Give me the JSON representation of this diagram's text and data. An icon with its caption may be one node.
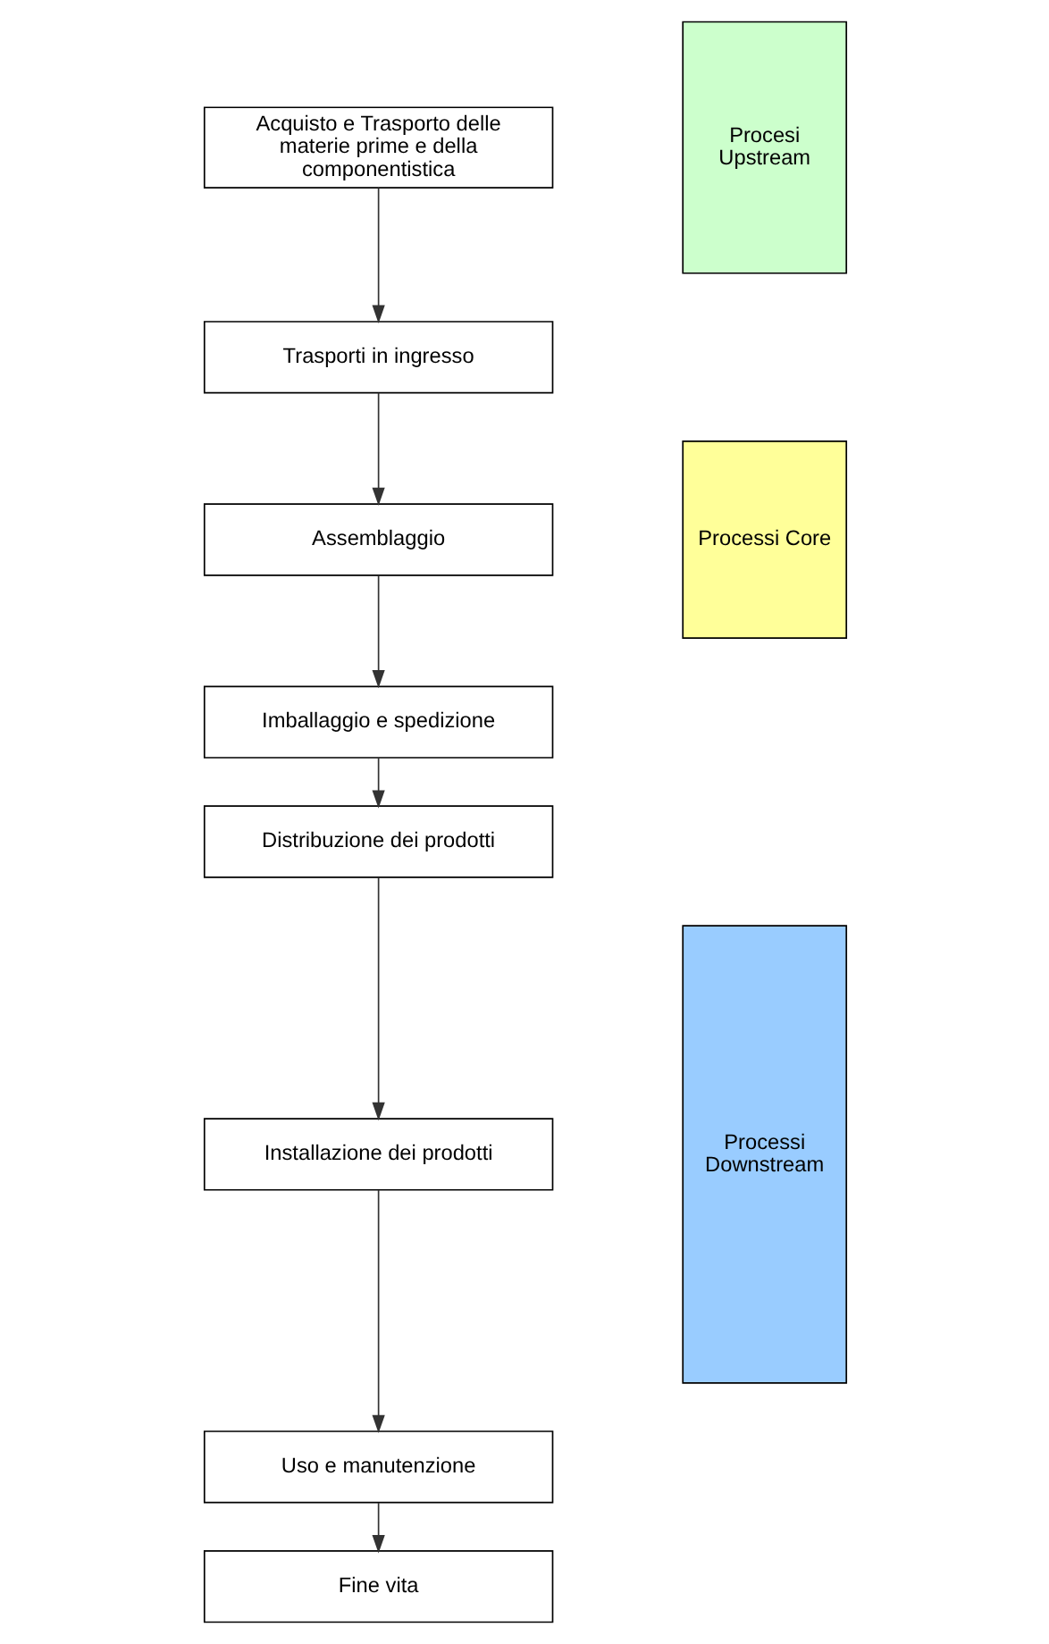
{
  "diagram": {
    "nodes": [
      {
        "text": [
          "Acquisto e Trasporto delle materie prime e della componentistica"
        ]
      },
      {
        "text": [
          "Trasporti in ingresso"
        ]
      },
      {
        "text": [
          "Assemblaggio"
        ]
      },
      {
        "text": [
          "Imballaggio e spedizione"
        ]
      },
      {
        "text": [
          "Distribuzione dei prodotti"
        ]
      },
      {
        "text": [
          "Installazione dei prodotti"
        ]
      },
      {
        "text": [
          "Uso e manutenzione"
        ]
      },
      {
        "text": [
          "Fine vita"
        ]
      },
      {
        "text": [
          "Procesi Upstream"
        ]
      },
      {
        "text": [
          "Processi Core"
        ]
      },
      {
        "text": [
          "Processi Downstream"
        ]
      }
    ],
    "edges": [
      {
        "from": 0,
        "to": 1,
        "arrow": "to"
      },
      {
        "from": 1,
        "to": 2,
        "arrow": "to"
      },
      {
        "from": 2,
        "to": 3,
        "arrow": "to"
      },
      {
        "from": 3,
        "to": 4,
        "arrow": "to"
      },
      {
        "from": 4,
        "to": 5,
        "arrow": "to"
      },
      {
        "from": 5,
        "to": 6,
        "arrow": "to"
      },
      {
        "from": 6,
        "to": 7,
        "arrow": "to"
      }
    ]
  }
}
